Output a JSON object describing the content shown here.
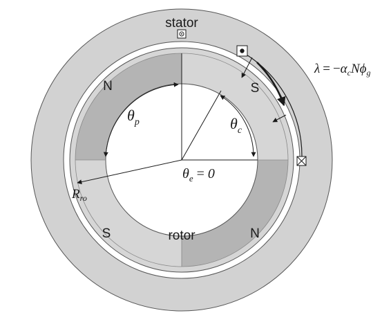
{
  "labels": {
    "stator": "stator",
    "rotor": "rotor",
    "north": "N",
    "south": "S"
  },
  "math": {
    "lambda": "λ",
    "equals": "=",
    "minus": "−",
    "alpha": "α",
    "alpha_sub": "c",
    "n": "N",
    "phi": "ϕ",
    "phi_sub": "g",
    "theta": "θ",
    "theta_p_sub": "p",
    "theta_c_sub": "c",
    "theta_e_sub": "e",
    "zero": "0",
    "r": "R",
    "r_sub": "ro"
  },
  "colors": {
    "stator_ring": "#d2d2d2",
    "air_gap": "#ffffff",
    "magnet": "#b4b4b4",
    "rotor_core": "#d6d6d6",
    "line": "#1a1a1a"
  },
  "icons": {
    "coil_out": "dot-in-circle-icon",
    "coil_in": "x-in-box-icon"
  }
}
